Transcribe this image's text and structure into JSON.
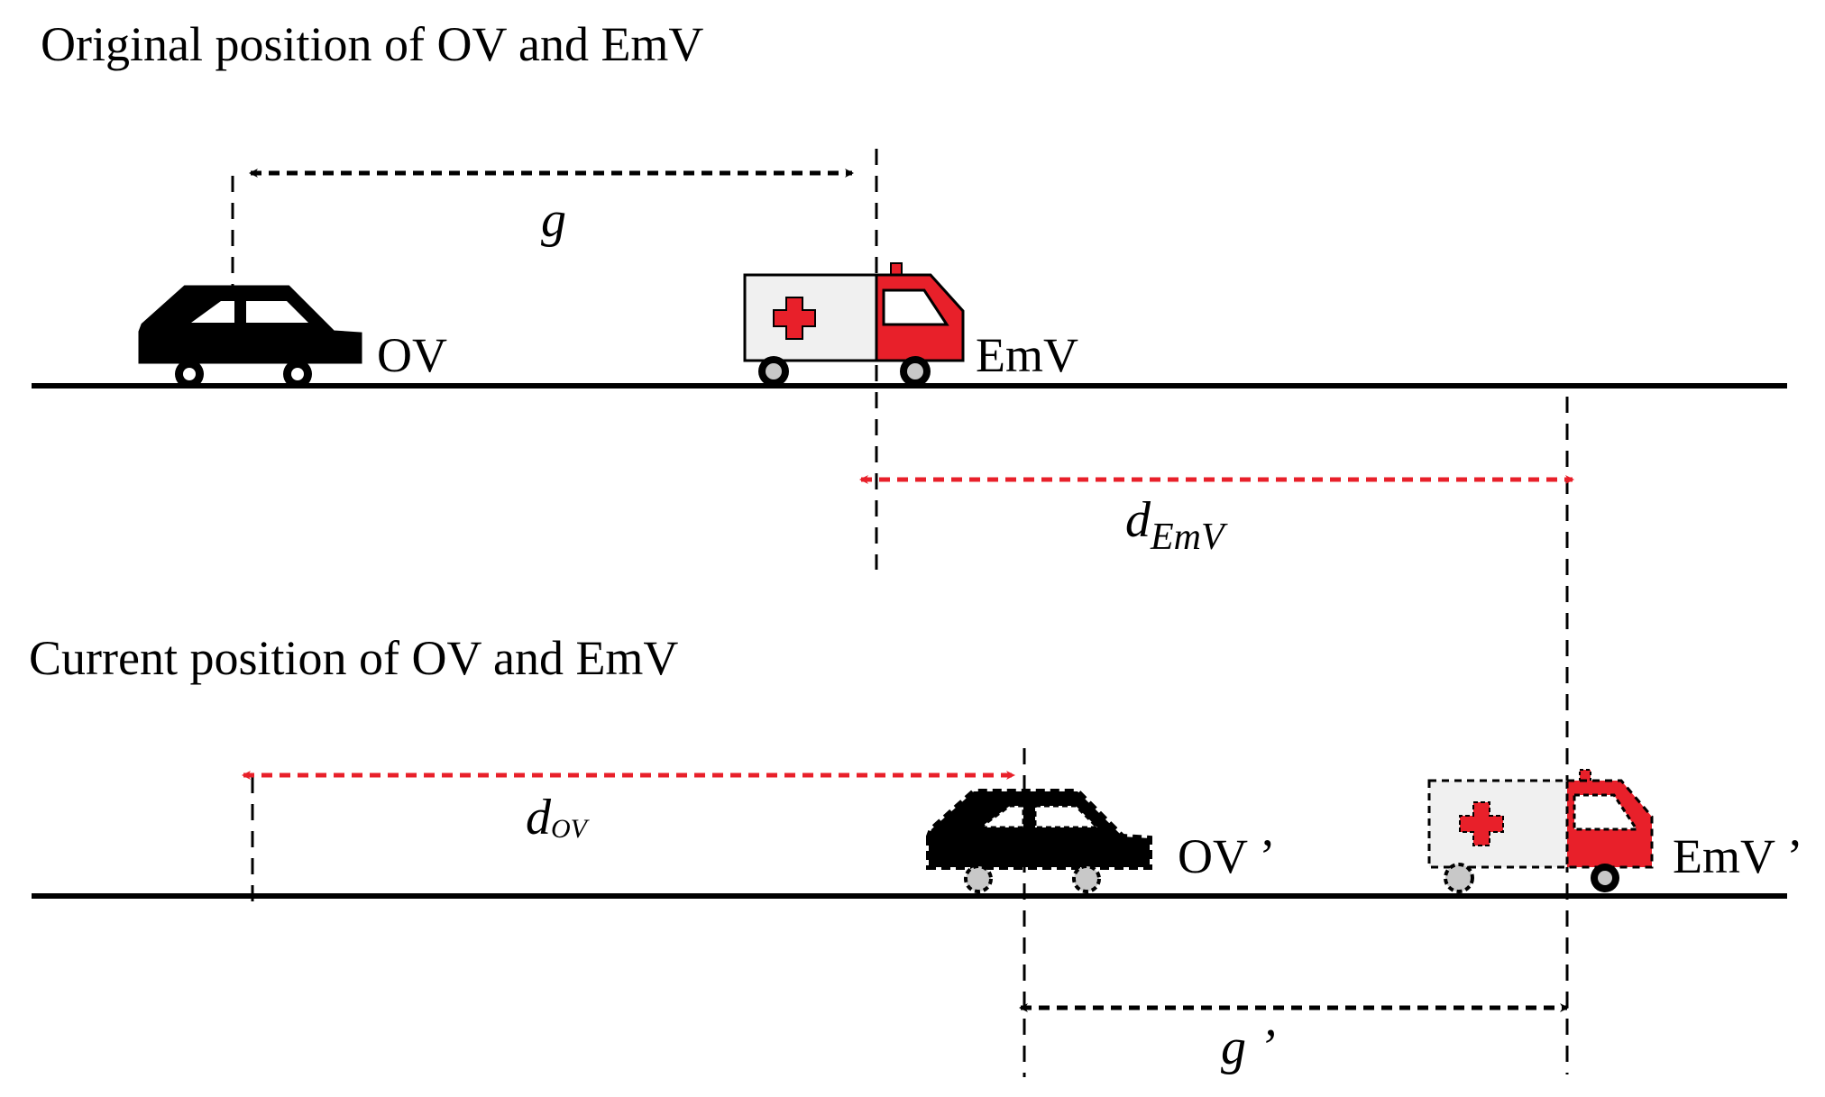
{
  "titles": {
    "original": "Original position of OV and EmV",
    "current": "Current position of OV and EmV"
  },
  "labels": {
    "ov": "OV",
    "emv": "EmV",
    "ov_prime": "OV ’",
    "emv_prime": "EmV ’"
  },
  "variables": {
    "g": "g",
    "g_prime": "g ’",
    "d_emv_base": "d",
    "d_emv_sub": "EmV",
    "d_ov_base": "d",
    "d_ov_sub": "OV"
  },
  "colors": {
    "black": "#000000",
    "red": "#e8202a",
    "body_gray": "#f0f0f0",
    "wheel_gray": "#c8c8c8"
  }
}
